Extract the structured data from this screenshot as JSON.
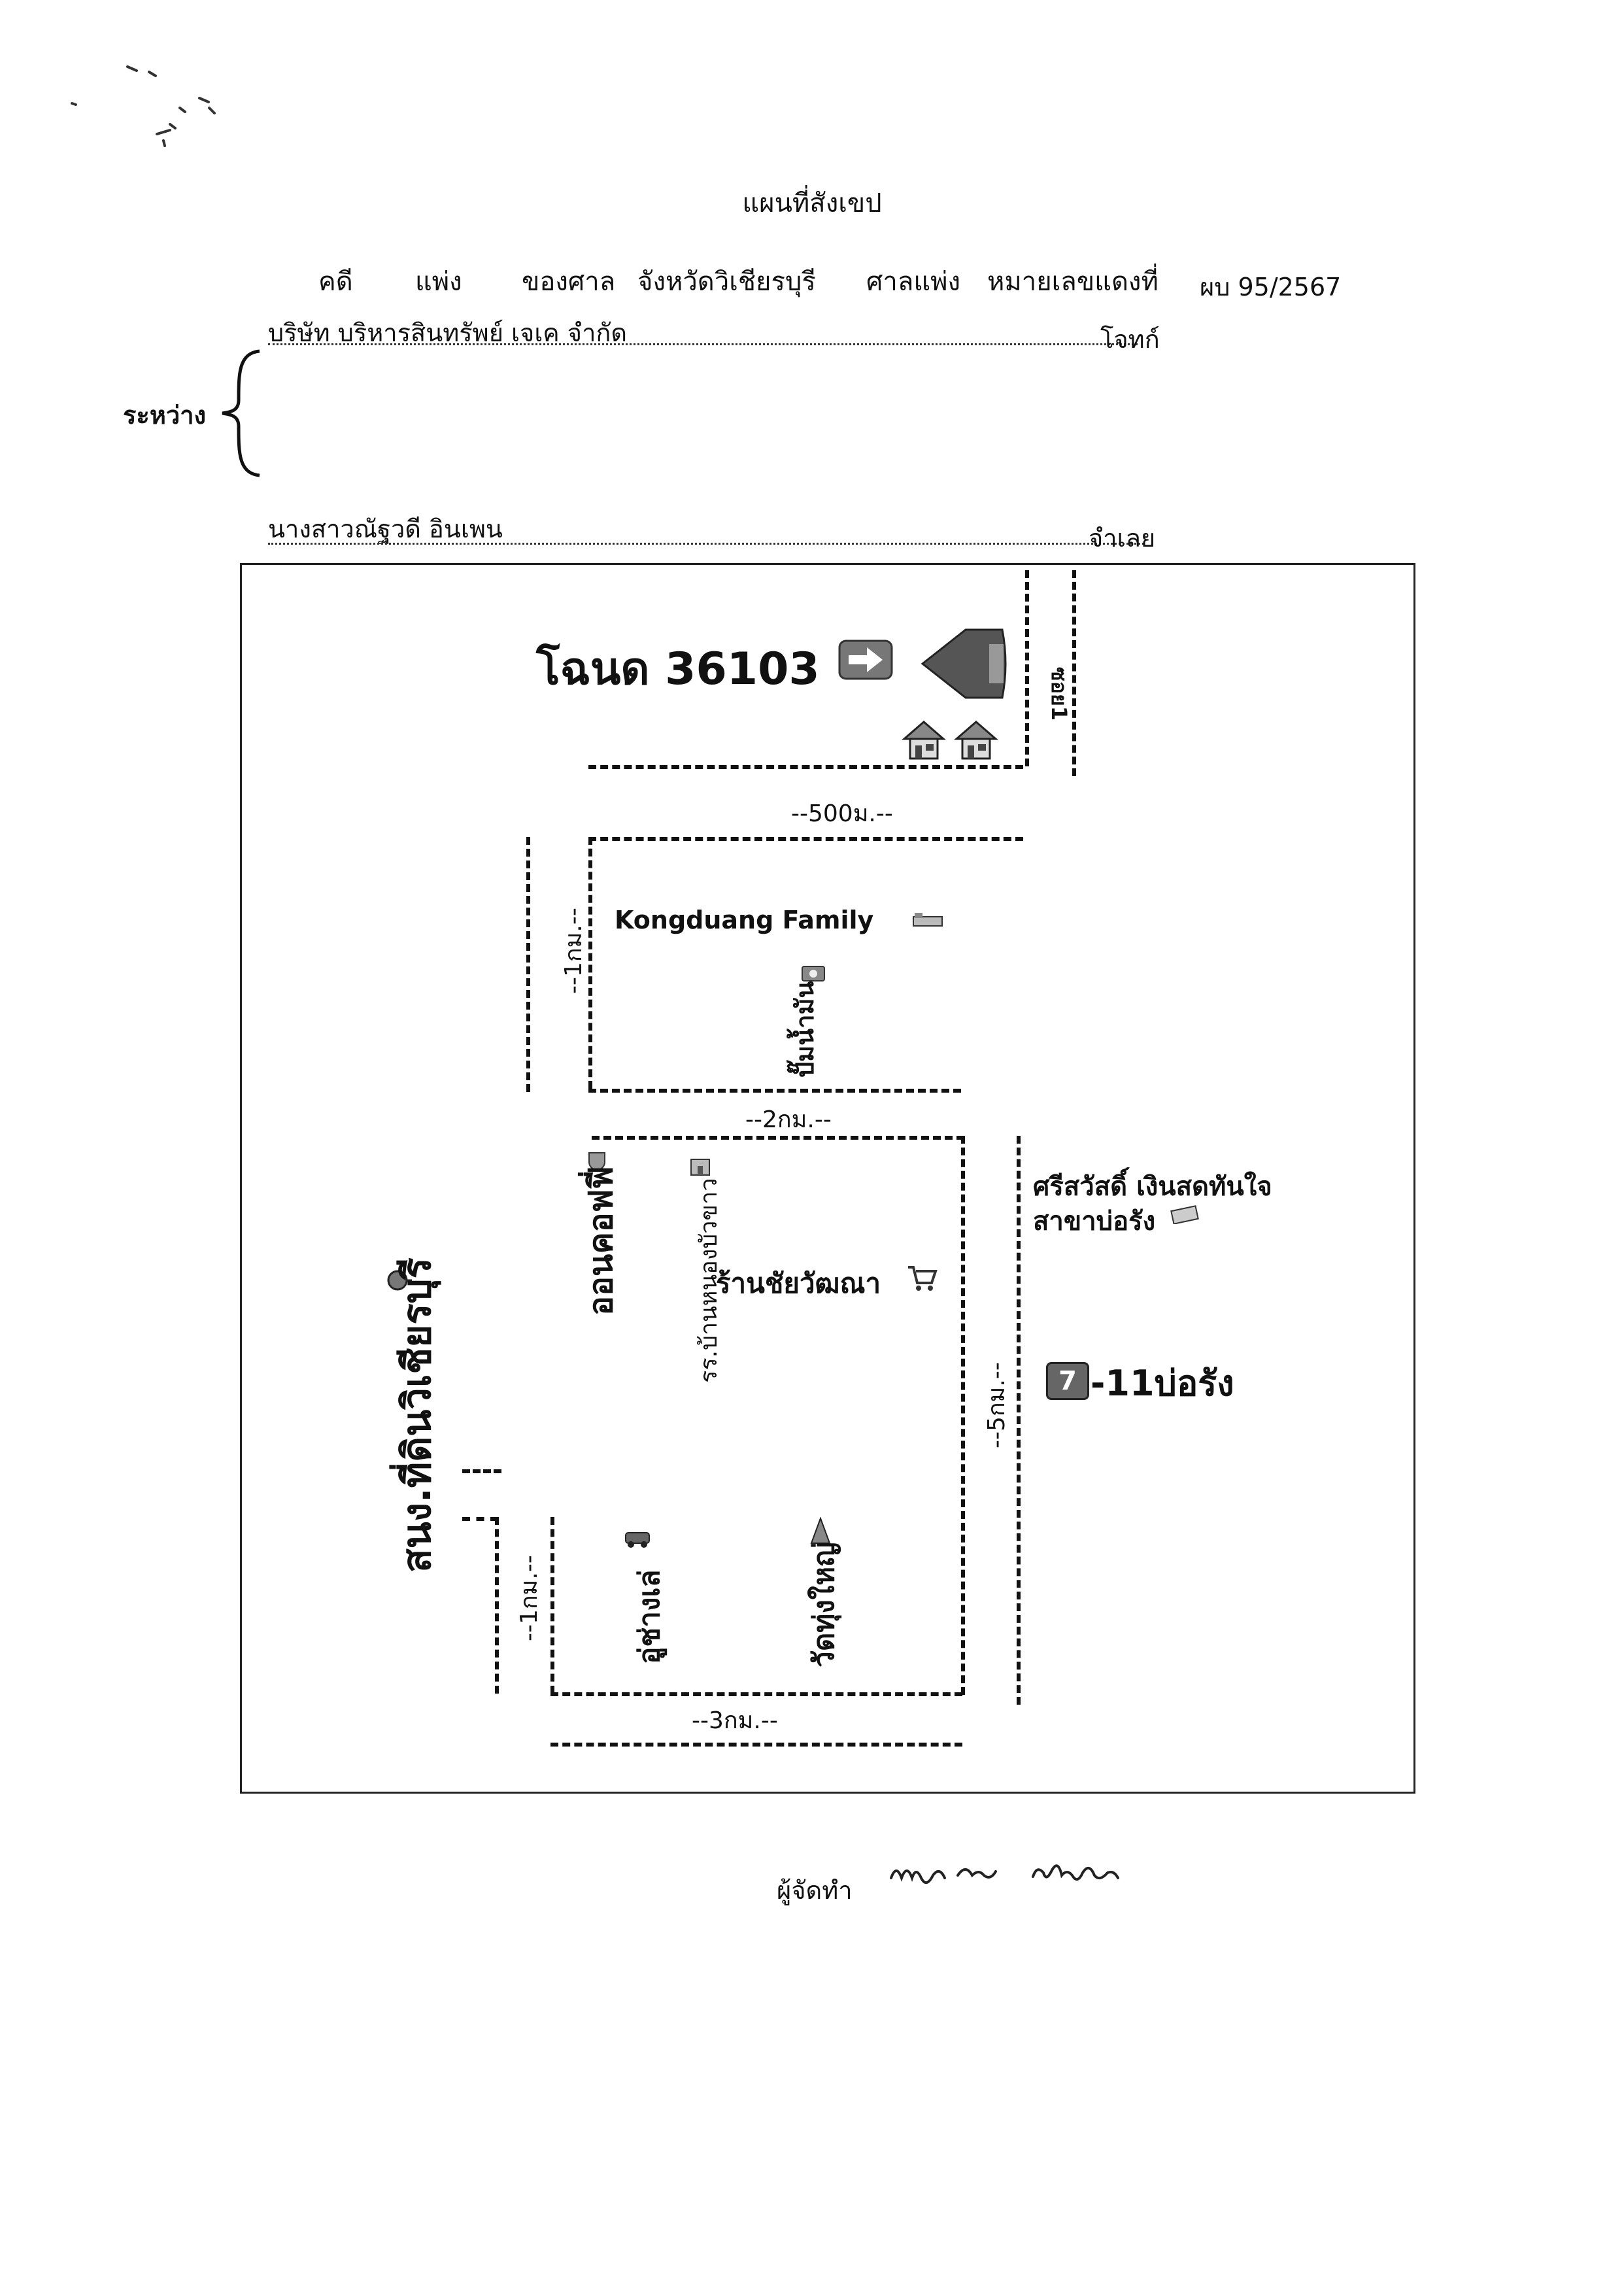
{
  "header": {
    "title": "แผนที่สังเขป",
    "case_words": [
      "คดี",
      "แพ่ง",
      "ของศาล",
      "จังหวัดวิเชียรบุรี",
      "ศาลแพ่ง",
      "หมายเลขแดงที่",
      "ผบ 95/2567"
    ]
  },
  "parties": {
    "plaintiff": "บริษัท   บริหารสินทรัพย์  เจเค  จำกัด",
    "plaintiff_role": "โจทก์",
    "between": "ระหว่าง",
    "defendant": "นางสาวณัฐวดี   อินเพน",
    "defendant_role": "จำเลย"
  },
  "map": {
    "deed": "โฉนด 36103",
    "soi": "ซอย1",
    "dist_500m": "--500ม.--",
    "dist_1km_top": "--1กม.--",
    "kongduang": "Kongduang Family",
    "gas_station": "ปั๊มน้ำมัน",
    "dist_2km": "--2กม.--",
    "cafe": "ออนคอฟฟี่",
    "school": "รร.บ้านหนองบัวขาว",
    "shop": "ร้านชัยวัฒณา",
    "srisawad_line1": "ศรีสวัสดิ์ เงินสดทันใจ",
    "srisawad_line2": "สาขาบ่อรัง",
    "seven_num": "7",
    "seven_text": "-11บ่อรัง",
    "dist_5km": "--5กม.--",
    "land_office": "สนง.ที่ดินวิเชียรบุรี",
    "dist_1km_bottom": "--1กม.--",
    "garage": "อู่ช่างเล่",
    "temple": "วัดทุ่งใหญ่",
    "dist_3km": "--3กม.--"
  },
  "footer": {
    "prepared_by": "ผู้จัดทำ"
  },
  "colors": {
    "ink": "#111111",
    "seven_badge": "#666666"
  }
}
